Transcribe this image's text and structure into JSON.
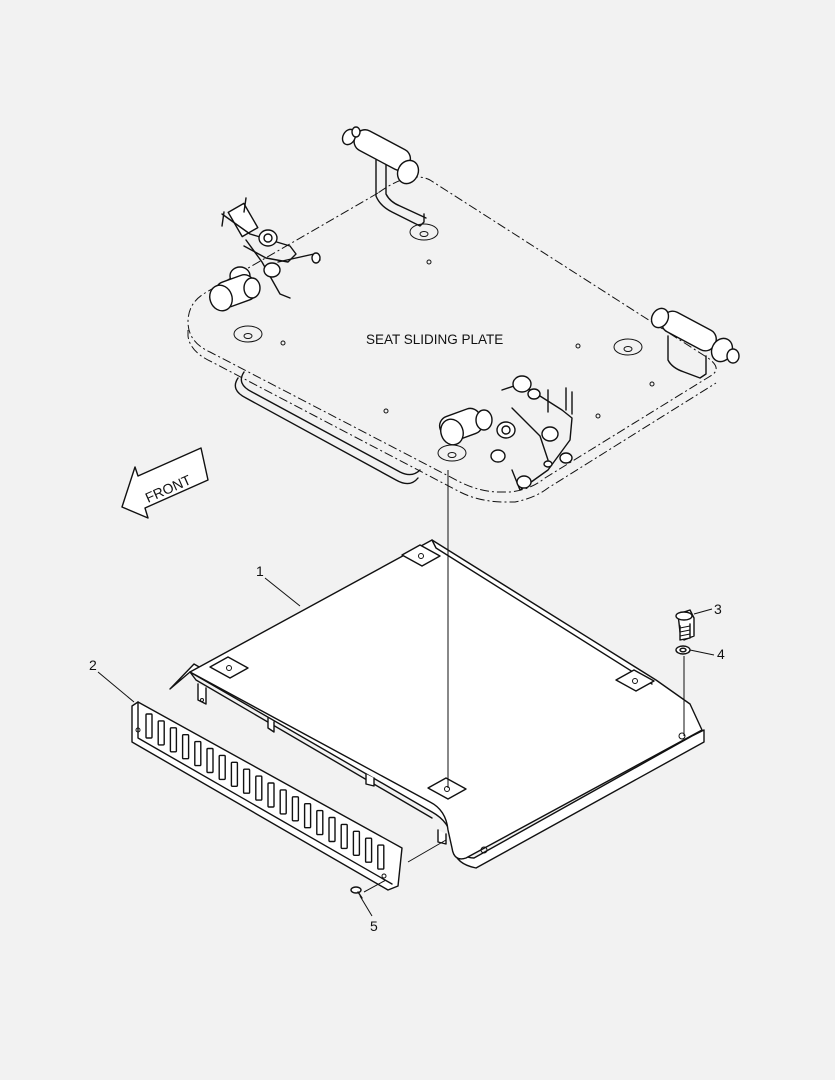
{
  "labels": {
    "seat_plate": "SEAT SLIDING PLATE",
    "front": "FRONT"
  },
  "callouts": [
    "1",
    "2",
    "3",
    "4",
    "5"
  ]
}
